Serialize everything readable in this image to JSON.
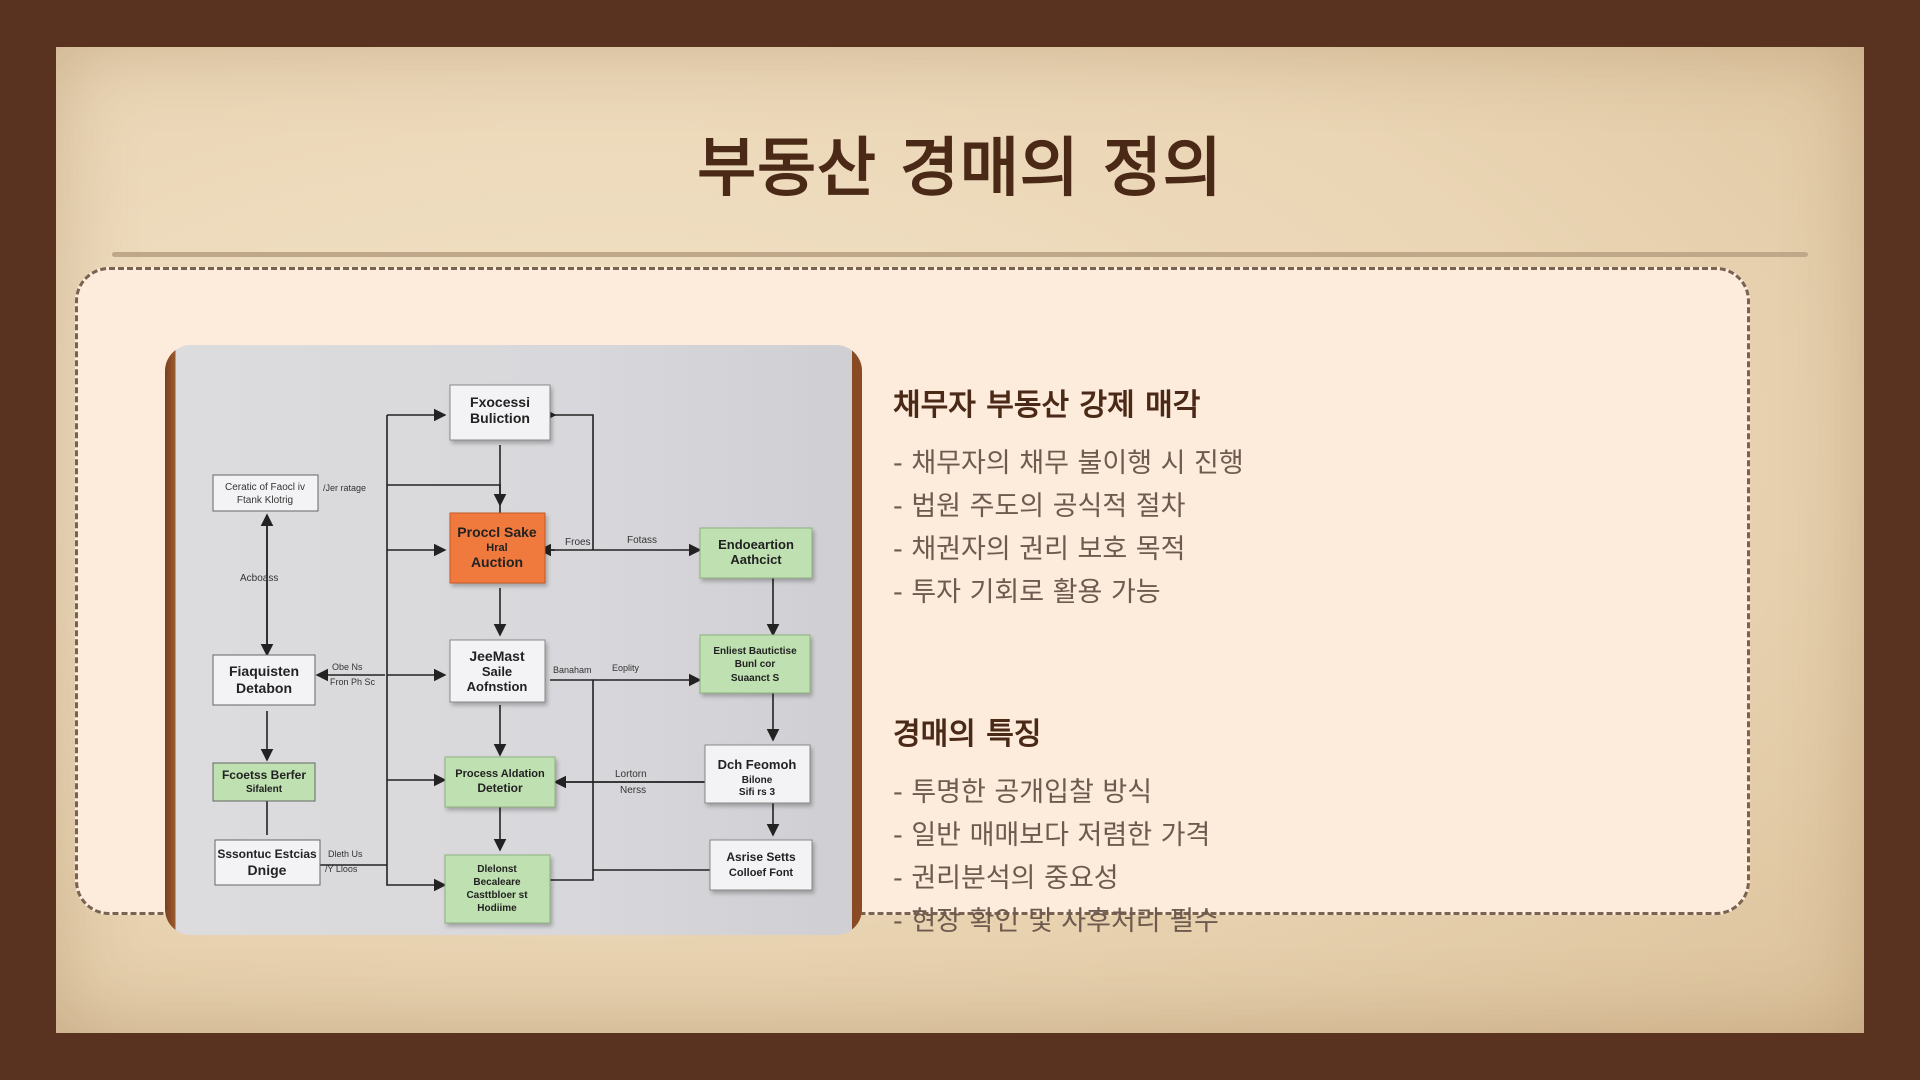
{
  "slide": {
    "title": "부동산 경매의 정의"
  },
  "sections": [
    {
      "heading": "채무자 부동산 강제 매각",
      "bullets": [
        "- 채무자의 채무 불이행 시 진행",
        "- 법원 주도의 공식적 절차",
        "- 채권자의 권리 보호 목적",
        "- 투자 기회로 활용 가능"
      ]
    },
    {
      "heading": "경매의 특징",
      "bullets": [
        "- 투명한 공개입찰 방식",
        "- 일반 매매보다 저렴한 가격",
        "- 권리분석의 중요성",
        "- 현장 확인 및 사후처리 필수"
      ]
    }
  ],
  "diagram": {
    "nodes": [
      {
        "id": "n1",
        "lines": [
          "Fxocessi",
          "Buliction"
        ]
      },
      {
        "id": "n2",
        "lines": [
          "Ceratic of Faocl iv",
          "Ftank Klotrig"
        ]
      },
      {
        "id": "n3",
        "lines": [
          "Proccl Sake",
          "Hral",
          "Auction"
        ]
      },
      {
        "id": "n4",
        "lines": [
          "Endoeartion",
          "Aathcict"
        ]
      },
      {
        "id": "n5",
        "lines": [
          "Fiaquisten",
          "Detabon"
        ]
      },
      {
        "id": "n6",
        "lines": [
          "JeeMast",
          "Saile",
          "Aofnstion"
        ]
      },
      {
        "id": "n7",
        "lines": [
          "Enliest Bautictise",
          "Bunl cor",
          "Suaanct S"
        ]
      },
      {
        "id": "n8",
        "lines": [
          "Fcoetss Berfer",
          "Sifalent"
        ]
      },
      {
        "id": "n9",
        "lines": [
          "Process Aldation",
          "Detetior"
        ]
      },
      {
        "id": "n10",
        "lines": [
          "Dch Feomoh",
          "Bilone",
          "Sifi rs 3"
        ]
      },
      {
        "id": "n11",
        "lines": [
          "Sssontuc Estcias",
          "Dnige"
        ]
      },
      {
        "id": "n12",
        "lines": [
          "Dlelonst",
          "Becaleare",
          "Casttbloer st",
          "Hodiime"
        ]
      },
      {
        "id": "n13",
        "lines": [
          "Asrise Setts",
          "Colloef Font"
        ]
      }
    ],
    "labels": {
      "l1": "/Jer ratage",
      "l2": "Acboass",
      "l3": "Froes",
      "l4": "Fotass",
      "l5": "Obe Ns",
      "l6": "Fron Ph Sc",
      "l7": "Banaham",
      "l8": "Eoplity",
      "l9": "Lortorn",
      "l10": "Nerss",
      "l11": "Dleth Us",
      "l12": "/Y Lloos"
    },
    "colors": {
      "white_node": "#f3f3f5",
      "orange_node": "#f07a3c",
      "green_node": "#bfe0b0",
      "line": "#222222"
    }
  }
}
